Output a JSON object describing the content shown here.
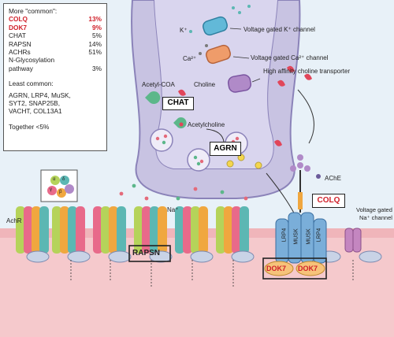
{
  "legend": {
    "title": "More \"common\":",
    "common": [
      {
        "gene": "COLQ",
        "pct": "13%",
        "highlight": true
      },
      {
        "gene": "DOK7",
        "pct": "9%",
        "highlight": true
      },
      {
        "gene": "CHAT",
        "pct": "5%",
        "highlight": false
      },
      {
        "gene": "RAPSN",
        "pct": "14%",
        "highlight": false
      },
      {
        "gene": "ACHRs",
        "pct": "51%",
        "highlight": false
      },
      {
        "gene": "N-Glycosylation",
        "pct": "",
        "highlight": false
      },
      {
        "gene": "pathway",
        "pct": "3%",
        "highlight": false
      }
    ],
    "least_title": "Least common:",
    "least_lines": [
      "AGRN, LRP4, MuSK,",
      "SYT2, SNAP25B,",
      "VACHT, COL13A1"
    ],
    "together": "Together <5%"
  },
  "labels": {
    "k_ion": "K⁺",
    "k_channel": "Voltage gated K⁺ channel",
    "ca_ion": "Ca²⁺",
    "ca_channel": "Voltage gated Ca²⁺ channel",
    "choline_transporter": "High affinity choline transporter",
    "acetyl_coa": "Acetyl-COA",
    "choline": "Choline",
    "chat": "CHAT",
    "acetylcholine": "Acetylcholine",
    "agrn": "AGRN",
    "ache": "AChE",
    "colq": "COLQ",
    "na_ion": "Na⁺",
    "achr": "AchR",
    "rapsn": "RAPSN",
    "lrp4": "LRP4",
    "musk": "MUSK",
    "dok7": "DOK7",
    "na_channel_line1": "Voltage gated",
    "na_channel_line2": "Na⁺ channel",
    "subunit_alpha": "α",
    "subunit_beta": "β",
    "subunit_gamma": "γ",
    "subunit_delta": "δ"
  },
  "colors": {
    "background": "#e8f1f8",
    "terminal": "#cbc6e3",
    "terminal_edge": "#8c84ba",
    "muscle": "#f7c7cb",
    "highlight_red": "#d0202a",
    "dok7_fill": "#f6c37a"
  }
}
